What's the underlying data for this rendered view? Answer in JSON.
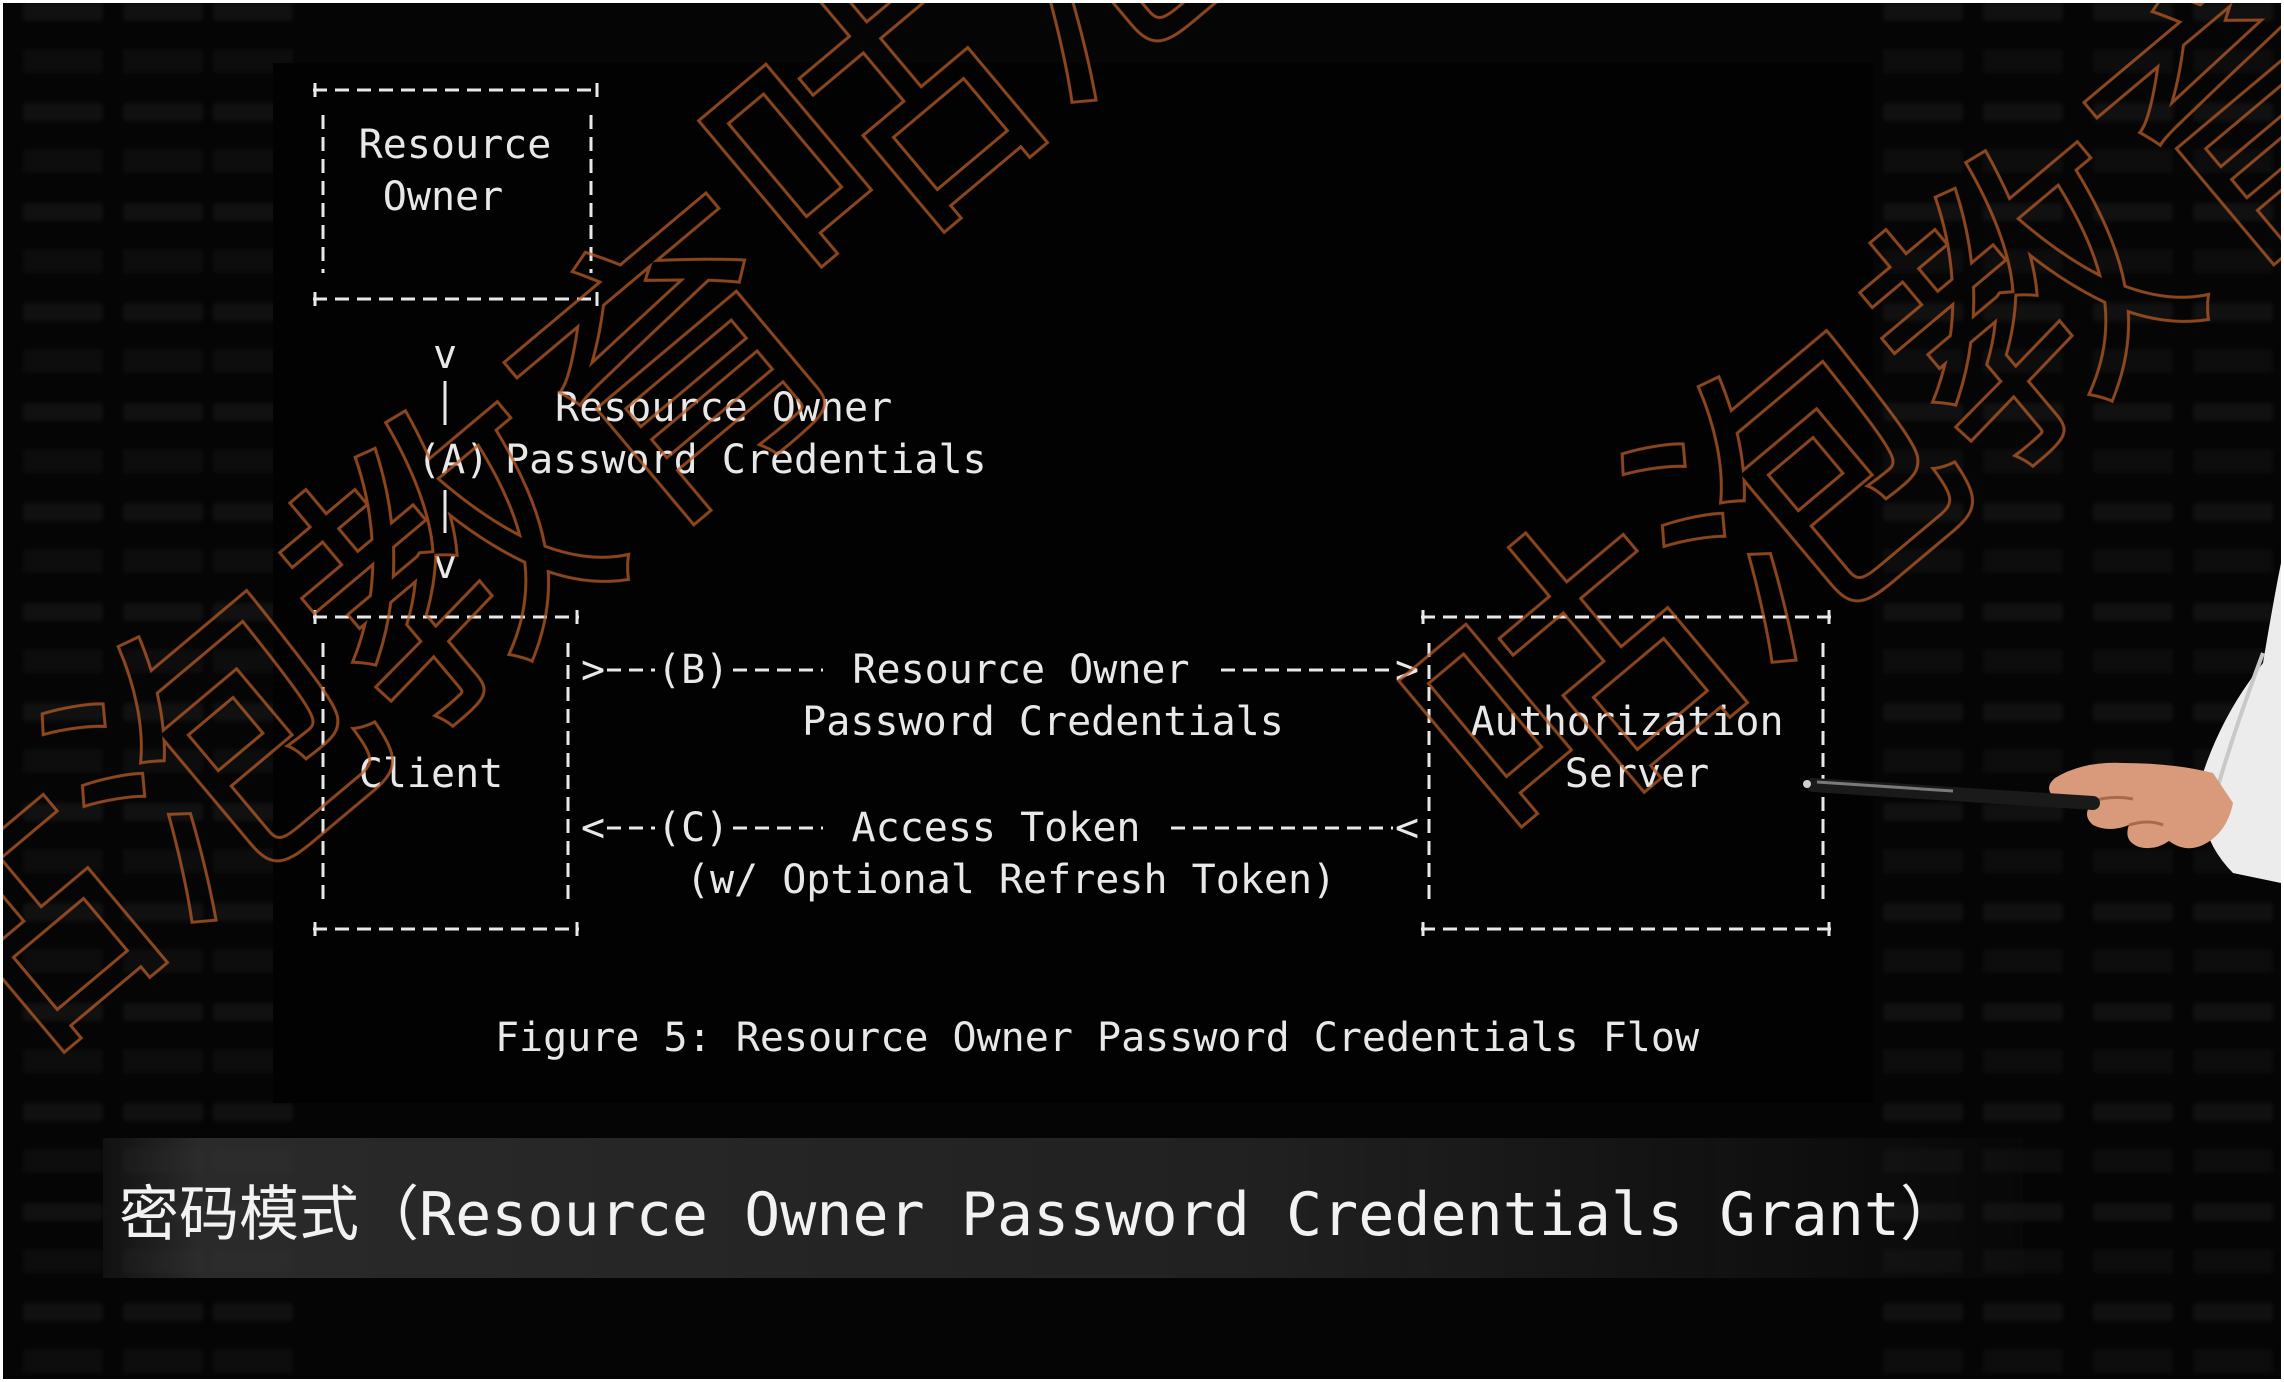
{
  "diagram": {
    "resource_owner_box": {
      "line1": "Resource",
      "line2": "Owner"
    },
    "step_a": {
      "label": "(A)",
      "text_line1": "Resource Owner",
      "text_line2": "Password Credentials"
    },
    "client_box": {
      "label": "Client"
    },
    "auth_server_box": {
      "line1": "Authorization",
      "line2": "Server"
    },
    "step_b": {
      "label": "(B)",
      "text_line1": "Resource Owner",
      "text_line2": "Password Credentials"
    },
    "step_c": {
      "label": "(C)",
      "text_line1": "Access Token",
      "text_line2": "(w/ Optional Refresh Token)"
    },
    "figure_caption": "Figure 5: Resource Owner Password Credentials Flow"
  },
  "subtitle": "密码模式（Resource Owner Password Credentials Grant）",
  "watermark": {
    "text": "咕泡教育",
    "color": "#b85c28"
  },
  "colors": {
    "background": "#050505",
    "foreground": "#e8e8e8"
  }
}
